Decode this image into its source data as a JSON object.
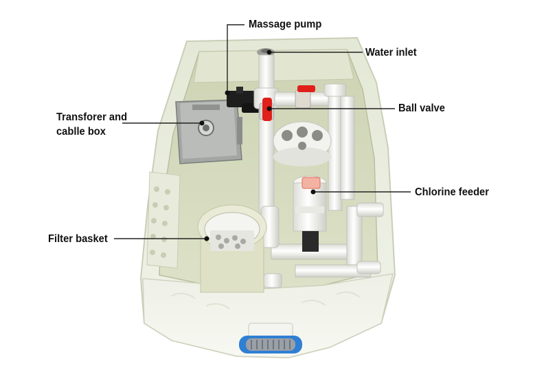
{
  "callouts": {
    "massage_pump": "Massage pump",
    "water_inlet": "Water inlet",
    "ball_valve": "Ball valve",
    "chlorine_feeder": "Chlorine feeder",
    "transformer_box_line1": "Transforer and",
    "transformer_box_line2": "cablle box",
    "filter_basket": "Filter basket"
  },
  "colors": {
    "background": "#ffffff",
    "housing": "#e9ecdc",
    "housing_interior": "#d8dcc2",
    "pipe": "#f7f7f4",
    "valve_handle": "#e0201b",
    "leader_line": "#222222",
    "drain_ring": "#2f7fd3"
  }
}
